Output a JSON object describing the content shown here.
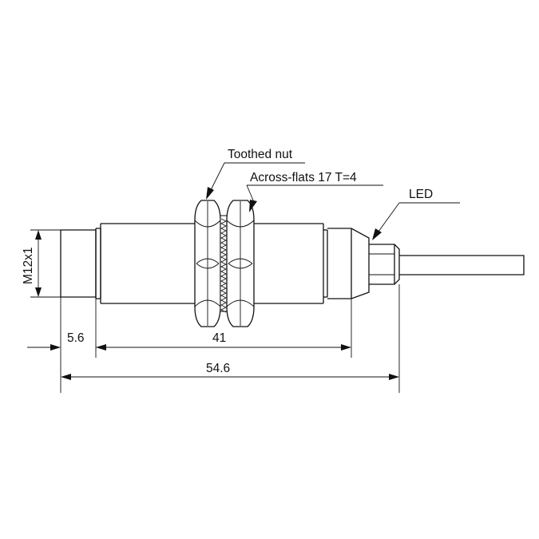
{
  "labels": {
    "toothed_nut": "Toothed nut",
    "across_flats": "Across-flats 17  T=4",
    "led": "LED",
    "thread": "M12x1"
  },
  "dimensions": {
    "d1": "5.6",
    "d2": "41",
    "d3": "54.6"
  }
}
